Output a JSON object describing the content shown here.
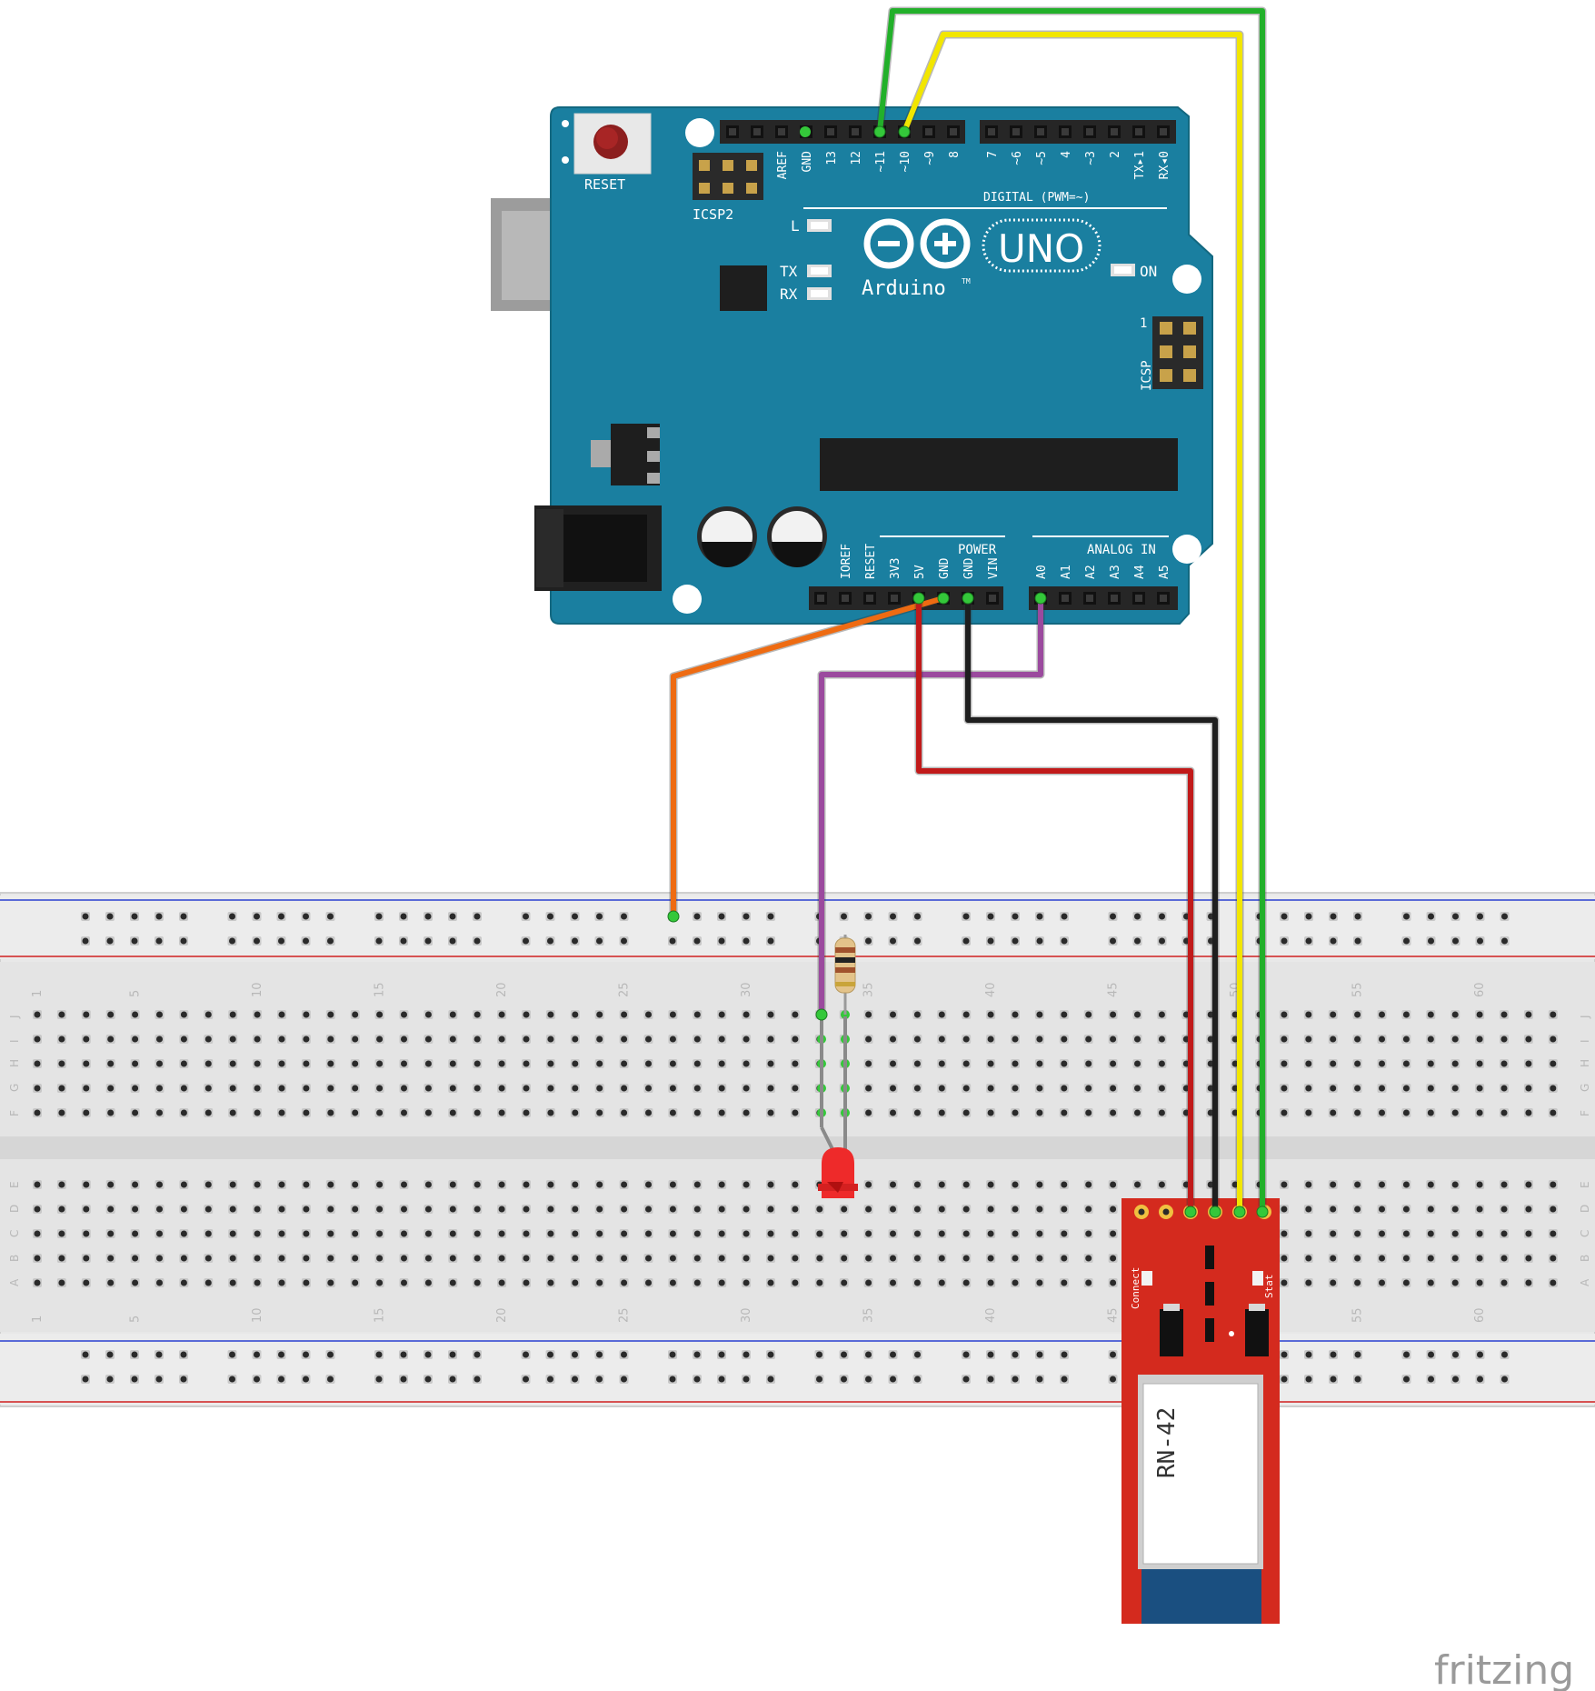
{
  "arduino": {
    "reset_label": "RESET",
    "icsp2_label": "ICSP2",
    "icsp_label": "ICSP",
    "icsp_pin1": "1",
    "led_l": "L",
    "led_tx": "TX",
    "led_rx": "RX",
    "led_on": "ON",
    "brand": "Arduino",
    "tm": "TM",
    "model": "UNO",
    "digital_header": "DIGITAL (PWM=~)",
    "power_header": "POWER",
    "analog_header": "ANALOG IN",
    "digital_pins_left": [
      "AREF",
      "GND",
      "13",
      "12",
      "~11",
      "~10",
      "~9",
      "8"
    ],
    "digital_pins_right": [
      "7",
      "~6",
      "~5",
      "4",
      "~3",
      "2",
      "TX▸1",
      "RX◂0"
    ],
    "power_pins": [
      "IOREF",
      "RESET",
      "3V3",
      "5V",
      "GND",
      "GND",
      "VIN"
    ],
    "analog_pins": [
      "A0",
      "A1",
      "A2",
      "A3",
      "A4",
      "A5"
    ]
  },
  "breadboard": {
    "column_numbers": [
      "1",
      "5",
      "10",
      "15",
      "20",
      "25",
      "30",
      "35",
      "40",
      "45",
      "50",
      "55",
      "60"
    ],
    "rows_top": [
      "J",
      "I",
      "H",
      "G",
      "F"
    ],
    "rows_bottom": [
      "E",
      "D",
      "C",
      "B",
      "A"
    ]
  },
  "bluetooth_module": {
    "module_label": "RN-42",
    "connect_label": "Connect",
    "stat_label": "Stat"
  },
  "wires": [
    {
      "name": "green",
      "color": "#22b02a"
    },
    {
      "name": "yellow",
      "color": "#f2e600"
    },
    {
      "name": "orange",
      "color": "#ee6b12"
    },
    {
      "name": "purple",
      "color": "#9b4a9e"
    },
    {
      "name": "red",
      "color": "#c11a1a"
    },
    {
      "name": "black",
      "color": "#1e1e1e"
    }
  ],
  "colors": {
    "board": "#1a7fa0",
    "board_dark": "#136880",
    "breadboard": "#e9e9e9",
    "module_red": "#d42a1e",
    "led": "#ee2a2a"
  },
  "watermark": "fritzing"
}
